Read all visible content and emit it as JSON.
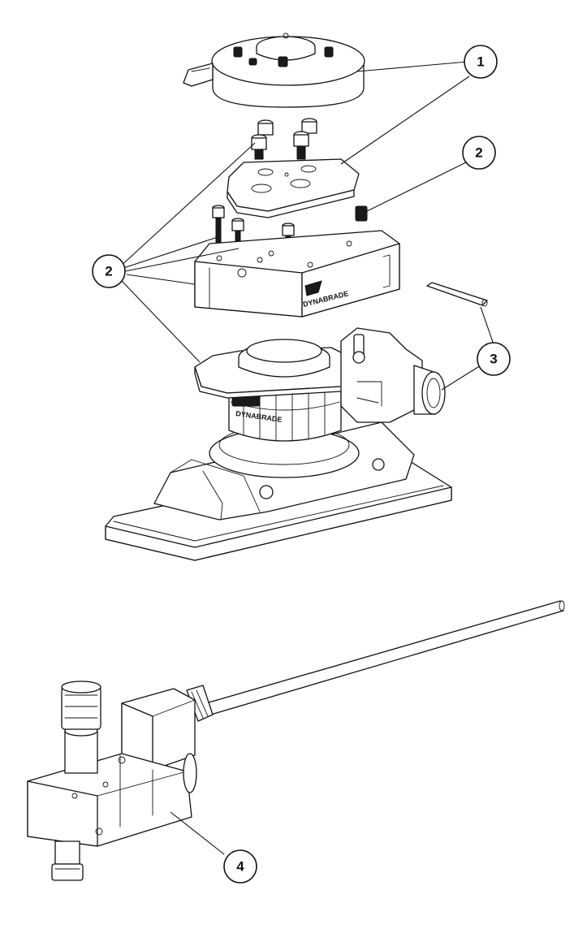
{
  "callouts": [
    {
      "id": "c1",
      "label": "1"
    },
    {
      "id": "c2a",
      "label": "2"
    },
    {
      "id": "c2b",
      "label": "2"
    },
    {
      "id": "c3",
      "label": "3"
    },
    {
      "id": "c4",
      "label": "4"
    }
  ],
  "tool": {
    "brand_text": "DYNABRADE"
  },
  "colors": {
    "line": "#111111",
    "fill": "#ffffff",
    "dark": "#1a1a1a"
  }
}
